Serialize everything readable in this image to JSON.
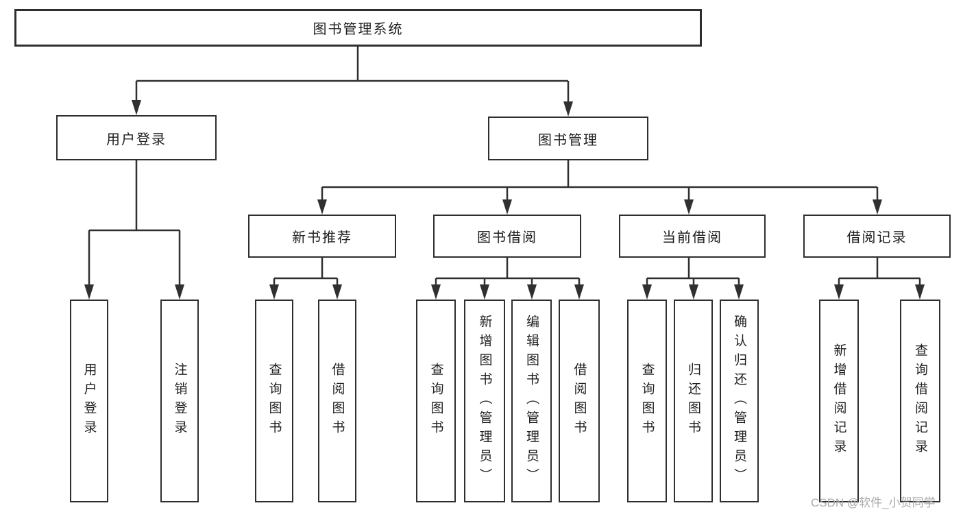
{
  "diagram_type": "hierarchy-tree",
  "colors": {
    "background": "#ffffff",
    "box_border": "#2e2e2e",
    "connector_line": "#303030",
    "text": "#1f1f1f",
    "watermark_text": "#aaaaae"
  },
  "tree": {
    "label": "图书管理系统",
    "children": [
      {
        "label": "用户登录",
        "children": [
          {
            "label": "用户登录"
          },
          {
            "label": "注销登录"
          }
        ]
      },
      {
        "label": "图书管理",
        "children": [
          {
            "label": "新书推荐",
            "children": [
              {
                "label": "查询图书"
              },
              {
                "label": "借阅图书"
              }
            ]
          },
          {
            "label": "图书借阅",
            "children": [
              {
                "label": "查询图书"
              },
              {
                "label": "新增图书（管理员）"
              },
              {
                "label": "编辑图书（管理员）"
              },
              {
                "label": "借阅图书"
              }
            ]
          },
          {
            "label": "当前借阅",
            "children": [
              {
                "label": "查询图书"
              },
              {
                "label": "归还图书"
              },
              {
                "label": "确认归还（管理员）"
              }
            ]
          },
          {
            "label": "借阅记录",
            "children": [
              {
                "label": "新增借阅记录"
              },
              {
                "label": "查询借阅记录"
              }
            ]
          }
        ]
      }
    ]
  },
  "watermark": "CSDN @软件_小贺同学"
}
